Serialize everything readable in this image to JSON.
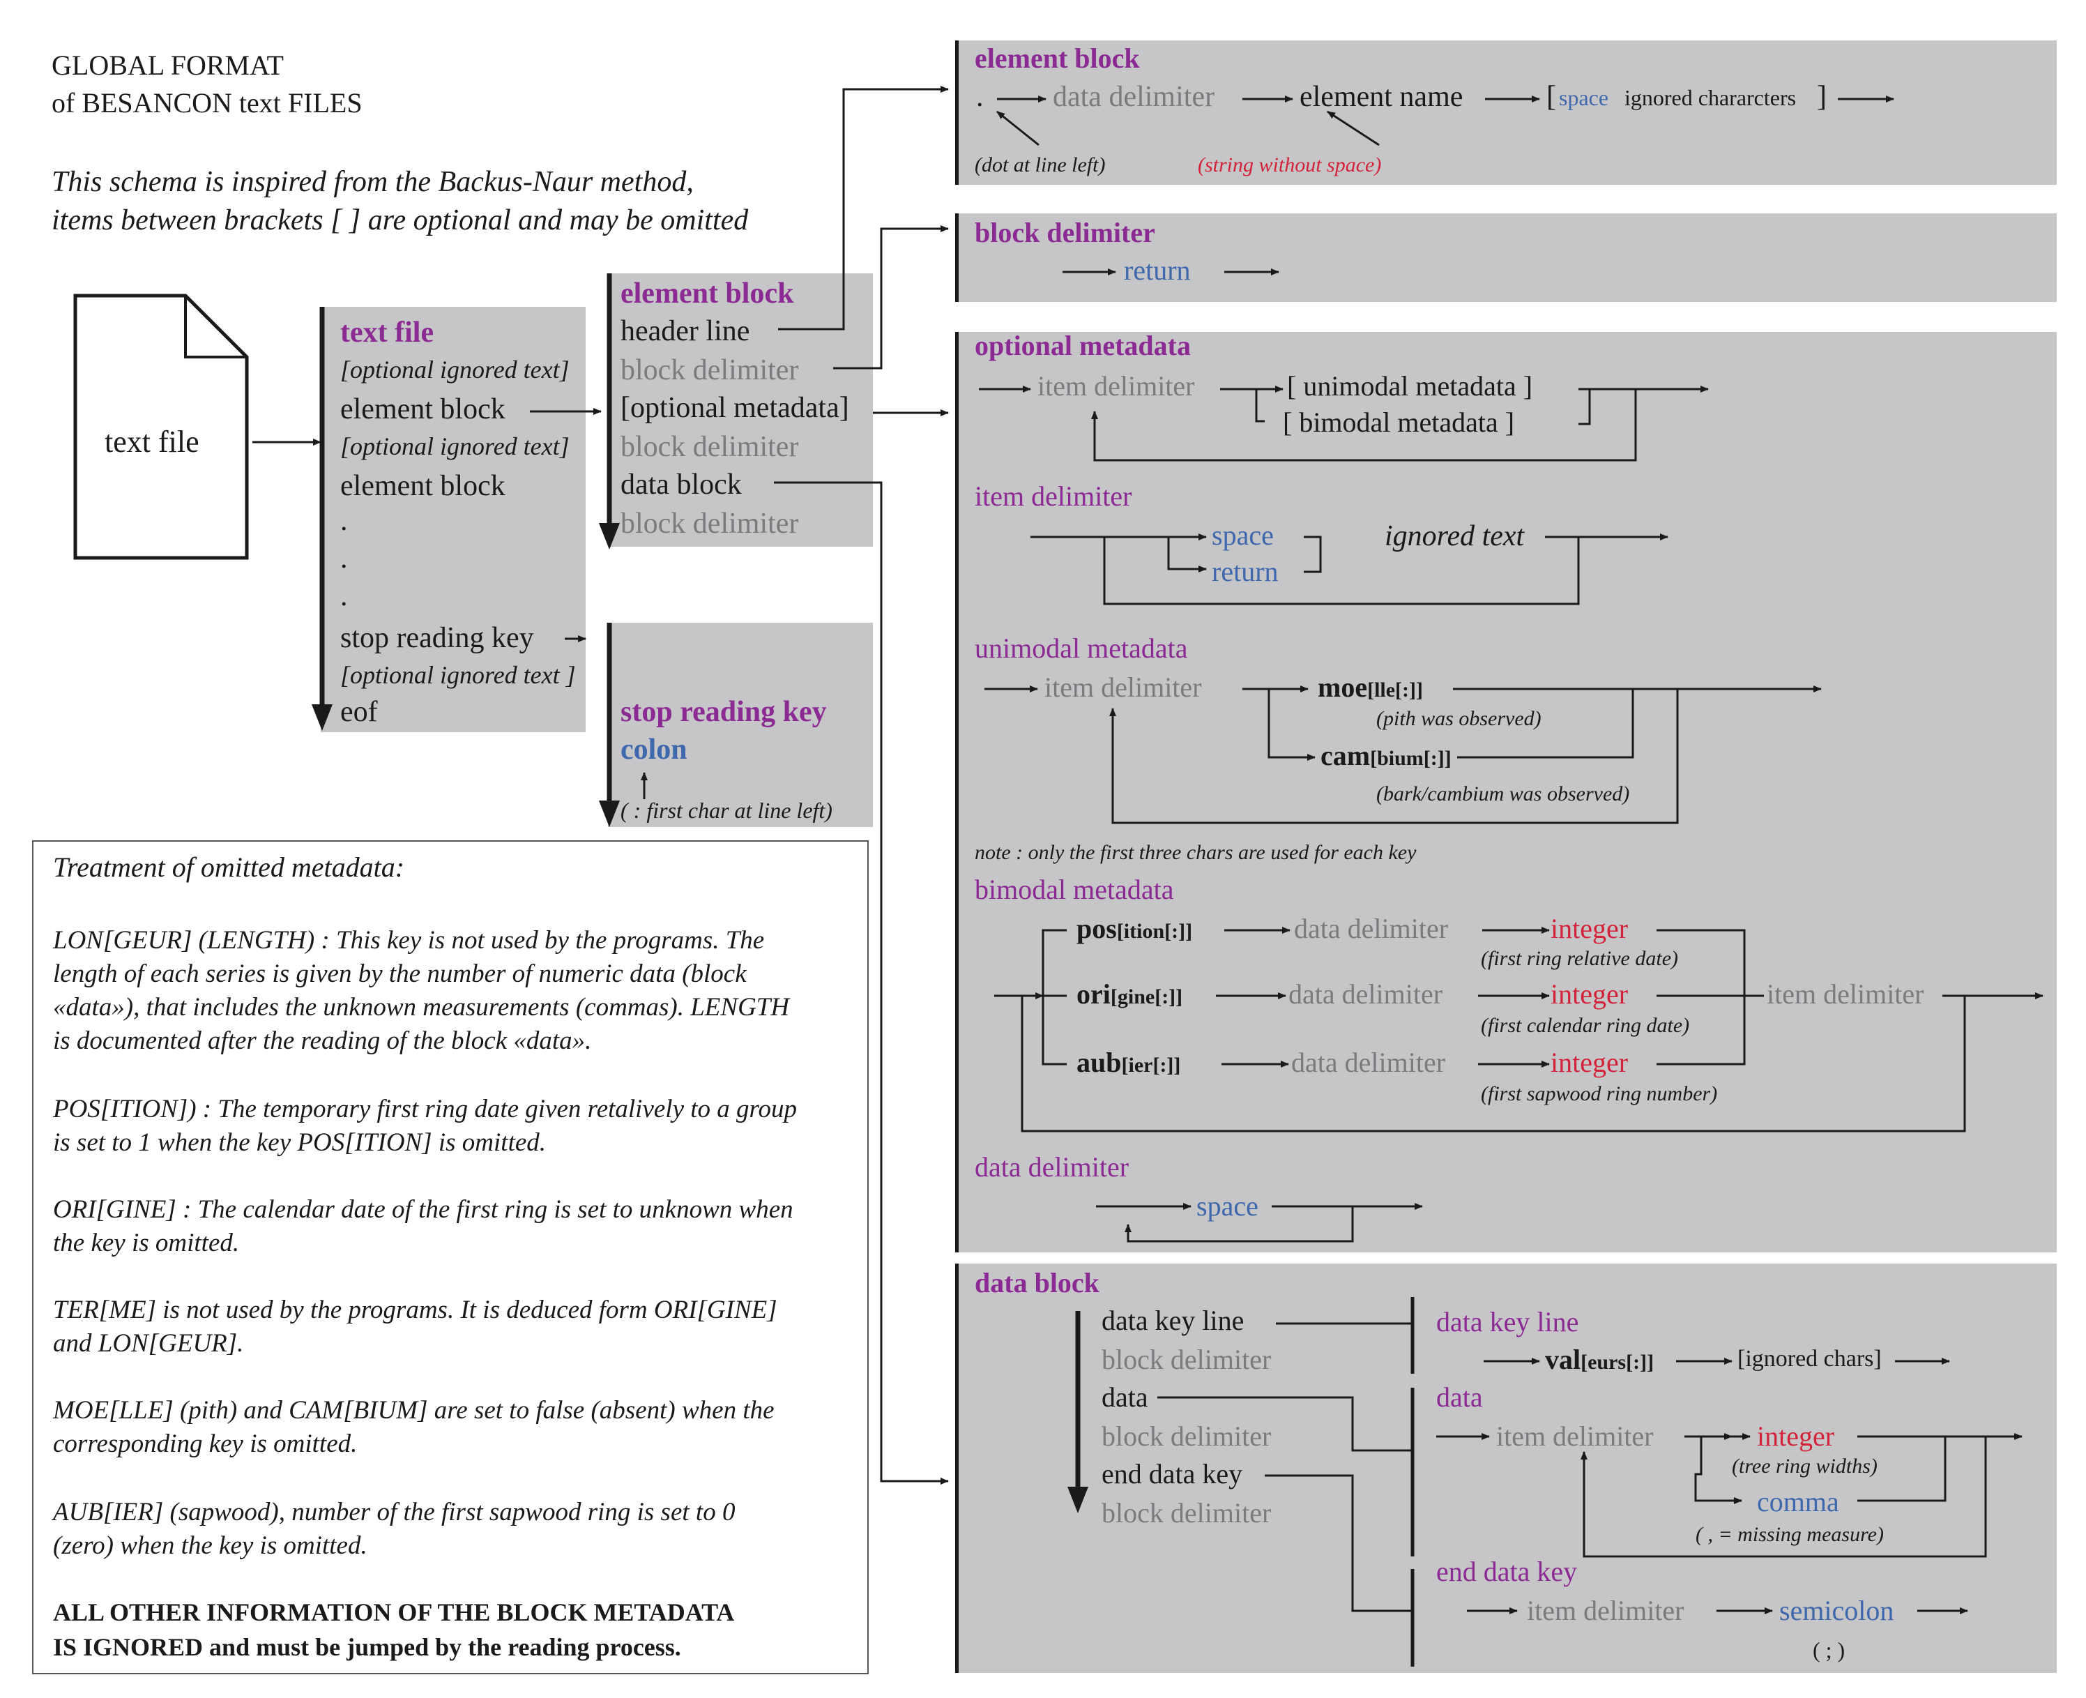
{
  "title": {
    "line1": "GLOBAL FORMAT",
    "line2": "of BESANCON text FILES"
  },
  "intro": {
    "line1": "This schema is inspired from the Backus-Naur method,",
    "line2": "items between brackets [ ] are optional and may be omitted"
  },
  "doc_icon": {
    "label": "text file",
    "icon": "document-icon"
  },
  "text_file_panel": {
    "title": "text file",
    "items": [
      "[optional ignored text]",
      "element block",
      "[optional ignored text]",
      "element block",
      ".",
      ".",
      ".",
      "stop reading key",
      "[optional ignored text ]",
      "eof"
    ]
  },
  "element_block_panel": {
    "title": "element block",
    "items": [
      "header line",
      "block delimiter",
      "[optional metadata]",
      "block delimiter",
      "data block",
      "block delimiter"
    ]
  },
  "stop_key_panel": {
    "title": "stop reading key",
    "value": "colon",
    "note": "( :  first char at line left)"
  },
  "omitted": {
    "heading": "Treatment of omitted metadata:",
    "p1": [
      "LON[GEUR] (LENGTH) : This key is not used by the programs. The",
      "length  of each series is given by the number of numeric data (block",
      "«data»), that includes the unknown measurements (commas). LENGTH",
      "is documented after the reading of the block «data»."
    ],
    "p2": [
      "POS[ITION]) : The temporary first ring date given retalively to a group",
      "is set to 1 when the key POS[ITION] is omitted."
    ],
    "p3": [
      "ORI[GINE] : The calendar date of the first ring is set to unknown when",
      "the key is omitted."
    ],
    "p4": [
      "TER[ME] is not used by the programs. It is deduced form ORI[GINE]",
      "and LON[GEUR]."
    ],
    "p5": [
      "MOE[LLE] (pith)  and CAM[BIUM] are set to false (absent) when the",
      "corresponding key is omitted."
    ],
    "p6": [
      "AUB[IER] (sapwood), number of the first sapwood ring is set to 0",
      "(zero) when the key is omitted."
    ],
    "p7": [
      "ALL OTHER INFORMATION OF THE BLOCK METADATA",
      "IS IGNORED and must be jumped by the reading process."
    ]
  },
  "r_element_block": {
    "title": "element block",
    "dot": ".",
    "data_delim": "data delimiter",
    "element_name": "element name",
    "space": "space",
    "ignored": "ignored chararcters",
    "note_dot": "(dot at line left)",
    "note_string": "(string without space)"
  },
  "r_block_delim": {
    "title": "block delimiter",
    "return": "return"
  },
  "r_optional": {
    "title": "optional metadata",
    "item_delim": "item delimiter",
    "unimodal": "[ unimodal metadata ]",
    "bimodal": "[ bimodal metadata ]"
  },
  "r_item_delim": {
    "title": "item delimiter",
    "space": "space",
    "return": "return",
    "ignored": "ignored text"
  },
  "r_unimodal": {
    "title": "unimodal metadata",
    "item_delim": "item delimiter",
    "moe": "moe",
    "moe_rest": "[lle[:]]",
    "moe_note": "(pith was observed)",
    "cam": "cam",
    "cam_rest": "[bium[:]]",
    "cam_note": "(bark/cambium was observed)"
  },
  "r_note": "note : only the first three chars are used for each key",
  "r_bimodal": {
    "title": "bimodal metadata",
    "pos": "pos",
    "pos_rest": "[ition[:]]",
    "ori": "ori",
    "ori_rest": "[gine[:]]",
    "aub": "aub",
    "aub_rest": "[ier[:]]",
    "data_delim": "data delimiter",
    "integer": "integer",
    "pos_note": "(first ring relative date)",
    "ori_note": "(first calendar ring date)",
    "aub_note": "(first sapwood ring number)",
    "item_delim": "item delimiter"
  },
  "r_data_delim": {
    "title": "data delimiter",
    "space": "space"
  },
  "r_data_block": {
    "title": "data block",
    "items": [
      "data key line",
      "block delimiter",
      "data",
      "block delimiter",
      "end data key",
      "block delimiter"
    ],
    "dkl_title": "data key line",
    "val": "val",
    "val_rest": "[eurs[:]]",
    "ignored": "[ignored chars]",
    "data_title": "data",
    "item_delim": "item delimiter",
    "integer": "integer",
    "integer_note": "(tree ring widths)",
    "comma": "comma",
    "comma_note": "( , = missing measure)",
    "end_title": "end data key",
    "semicolon": "semicolon",
    "semicolon_sym": "( ; )"
  }
}
